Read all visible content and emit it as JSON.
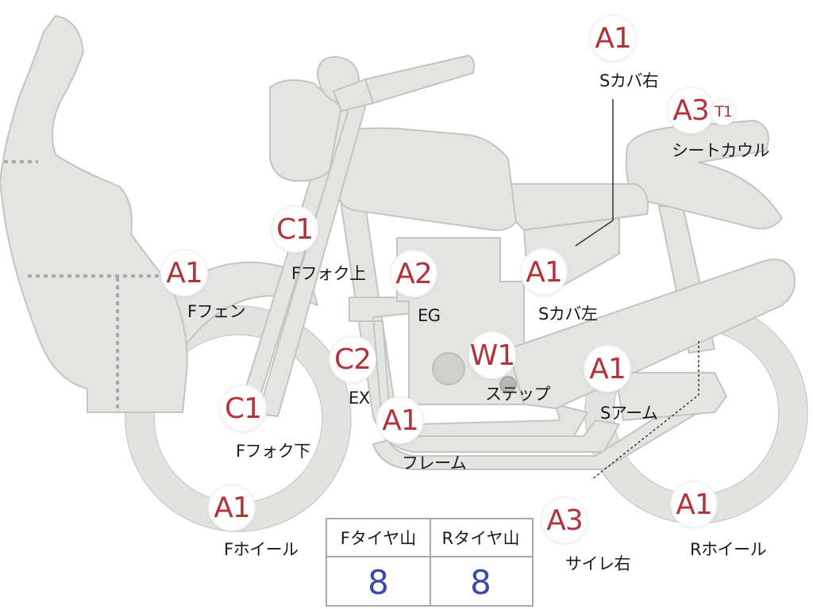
{
  "badges": [
    {
      "id": "a1-scover-right",
      "text": "A1"
    },
    {
      "id": "a3-seatcowl",
      "text": "A3"
    },
    {
      "id": "t1-seatcowl",
      "text": "T1"
    },
    {
      "id": "c1-ffork-upper",
      "text": "C1"
    },
    {
      "id": "a1-ffender",
      "text": "A1"
    },
    {
      "id": "a2-engine",
      "text": "A2"
    },
    {
      "id": "a1-scover-left",
      "text": "A1"
    },
    {
      "id": "c2-exhaust",
      "text": "C2"
    },
    {
      "id": "w1-step",
      "text": "W1"
    },
    {
      "id": "a1-swingarm",
      "text": "A1"
    },
    {
      "id": "c1-ffork-lower",
      "text": "C1"
    },
    {
      "id": "a1-frame",
      "text": "A1"
    },
    {
      "id": "a1-fwheel",
      "text": "A1"
    },
    {
      "id": "a3-muffler-right",
      "text": "A3"
    },
    {
      "id": "a1-rwheel",
      "text": "A1"
    }
  ],
  "labels": {
    "scover_right": "Sカバ右",
    "seat_cowl": "シートカウル",
    "ffork_upper": "Fフォク上",
    "ffender": "Fフェン",
    "engine": "EG",
    "scover_left": "Sカバ左",
    "exhaust": "EX",
    "step": "ステップ",
    "swingarm": "Sアーム",
    "ffork_lower": "Fフォク下",
    "frame": "フレーム",
    "fwheel": "Fホイール",
    "muffler_right": "サイレ右",
    "rwheel": "Rホイール"
  },
  "tread_table": {
    "front_header": "Fタイヤ山",
    "rear_header": "Rタイヤ山",
    "front_value": "8",
    "rear_value": "8"
  },
  "colors": {
    "part_fill": "#e4e4e2",
    "part_stroke": "#c4c4c2",
    "badge_text": "#b0343a",
    "value_text": "#3b4aa8"
  }
}
